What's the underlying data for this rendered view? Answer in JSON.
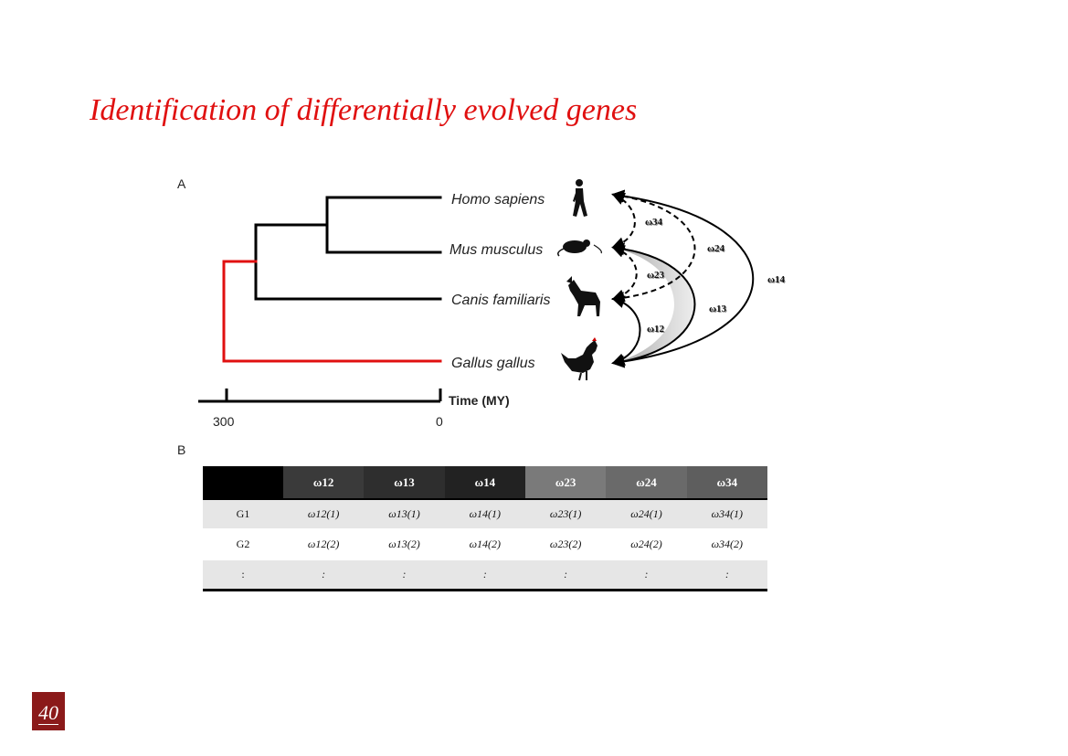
{
  "slide": {
    "title": "Identification of differentially evolved genes",
    "page_number": "40",
    "colors": {
      "title": "#e01010",
      "red_branch": "#e01010",
      "badge": "#8b1a1a"
    }
  },
  "panel_a": {
    "label": "A",
    "species": [
      {
        "name": "Homo sapiens",
        "icon": "human-icon"
      },
      {
        "name": "Mus musculus",
        "icon": "mouse-icon"
      },
      {
        "name": "Canis familiaris",
        "icon": "dog-icon"
      },
      {
        "name": "Gallus gallus",
        "icon": "rooster-icon"
      }
    ],
    "axis": {
      "label": "Time (MY)",
      "tick_left": "300",
      "tick_right": "0"
    },
    "omegas": {
      "w34": "ω34",
      "w24": "ω24",
      "w23": "ω23",
      "w13": "ω13",
      "w12": "ω12",
      "w14": "ω14"
    }
  },
  "panel_b": {
    "label": "B",
    "columns": [
      "ω12",
      "ω13",
      "ω14",
      "ω23",
      "ω24",
      "ω34"
    ],
    "rows": [
      {
        "label": "G1",
        "cells": [
          "ω12(1)",
          "ω13(1)",
          "ω14(1)",
          "ω23(1)",
          "ω24(1)",
          "ω34(1)"
        ]
      },
      {
        "label": "G2",
        "cells": [
          "ω12(2)",
          "ω13(2)",
          "ω14(2)",
          "ω23(2)",
          "ω24(2)",
          "ω34(2)"
        ]
      },
      {
        "label": ":",
        "cells": [
          ":",
          ":",
          ":",
          ":",
          ":",
          ":"
        ]
      }
    ]
  }
}
